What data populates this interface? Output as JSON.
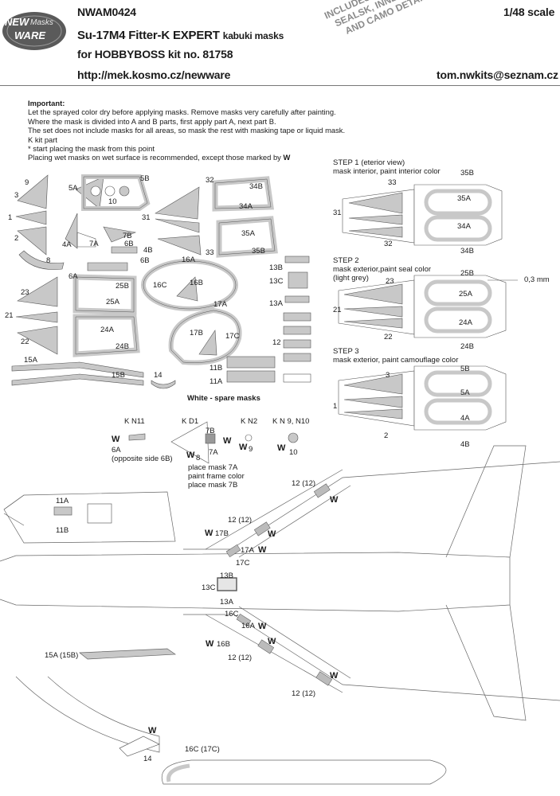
{
  "header": {
    "code": "NWAM0424",
    "title_bold": "Su-17M4 Fitter-K EXPERT",
    "title_small": "kabuki masks",
    "kit_line": "for HOBBYBOSS kit no. 81758",
    "url": "http://mek.kosmo.cz/newware",
    "email": "tom.nwkits@seznam.cz",
    "scale": "1/48 scale",
    "logo_top": "NEW",
    "logo_mid": "Masks",
    "logo_bottom": "WARE"
  },
  "stamp": {
    "line1": "INCLUDES ALSO WINDOWS",
    "line2": "SEALSK, INNER SIDE",
    "line3": "AND CAMO DETAILS MASKS"
  },
  "important": {
    "heading": "Important:",
    "lines": [
      "Let the sprayed color dry before applying masks. Remove masks very carefully after painting.",
      "Where the mask is divided into A and B parts, first apply part A, next part B.",
      "The set does not include masks for all areas, so mask the rest with masking tape or liquid mask.",
      "K kit part",
      "*  start placing the mask from this point",
      "Placing wet masks on wet surface is recommended, except those marked by"
    ],
    "w_mark": "W"
  },
  "steps": {
    "step1_title": "STEP 1 (eterior view)",
    "step1_desc": "mask interior, paint interior color",
    "step2_title": "STEP 2",
    "step2_desc1": "mask exterior,paint seal color",
    "step2_desc2": "(light grey)",
    "step2_dim": "0,3 mm",
    "step3_title": "STEP 3",
    "step3_desc": "mask exterior, paint camouflage color"
  },
  "labels": {
    "l9": "9",
    "l3": "3",
    "l1": "1",
    "l2": "2",
    "l8": "8",
    "l5A": "5A",
    "l5B": "5B",
    "l10": "10",
    "l31": "31",
    "l32": "32",
    "l33": "33",
    "l34A": "34A",
    "l34B": "34B",
    "l35A": "35A",
    "l35B": "35B",
    "l4A": "4A",
    "l4B": "4B",
    "l7A": "7A",
    "l7B": "7B",
    "l6B": "6B",
    "l6A": "6A",
    "l16A": "16A",
    "l16B": "16B",
    "l16C": "16C",
    "l17A": "17A",
    "l17B": "17B",
    "l17C": "17C",
    "l23": "23",
    "l21": "21",
    "l22": "22",
    "l25A": "25A",
    "l25B": "25B",
    "l24A": "24A",
    "l24B": "24B",
    "l13A": "13A",
    "l13B": "13B",
    "l13C": "13C",
    "l12": "12",
    "l11A": "11A",
    "l11B": "11B",
    "l15A": "15A",
    "l15B": "15B",
    "l14": "14",
    "spare": "White - spare masks"
  },
  "kit_parts": {
    "kn11": "K N11",
    "kd1": "K D1",
    "kn2": "K N2",
    "kn9": "K N 9, N10",
    "p6a": "6A",
    "p6a_note": "(opposite side 6B)",
    "p8": "8",
    "p9": "9",
    "p10": "10",
    "p7a": "7A",
    "p7b": "7B",
    "note1": "place mask 7A",
    "note2": "paint frame color",
    "note3": "place mask 7B"
  },
  "diagram": {
    "d12a": "12 (12)",
    "d12b": "12 (12)",
    "d12c": "12 (12)",
    "d12d": "12 (12)",
    "d17b": "17B",
    "d17a": "17A",
    "d17c": "17C",
    "d13b": "13B",
    "d13c": "13C",
    "d13a": "13A",
    "d16c": "16C",
    "d16a": "16A",
    "d16b": "16B",
    "d11a": "11A",
    "d11b": "11B",
    "d15a": "15A (15B)",
    "d14": "14",
    "d16c17c": "16C (17C)"
  }
}
